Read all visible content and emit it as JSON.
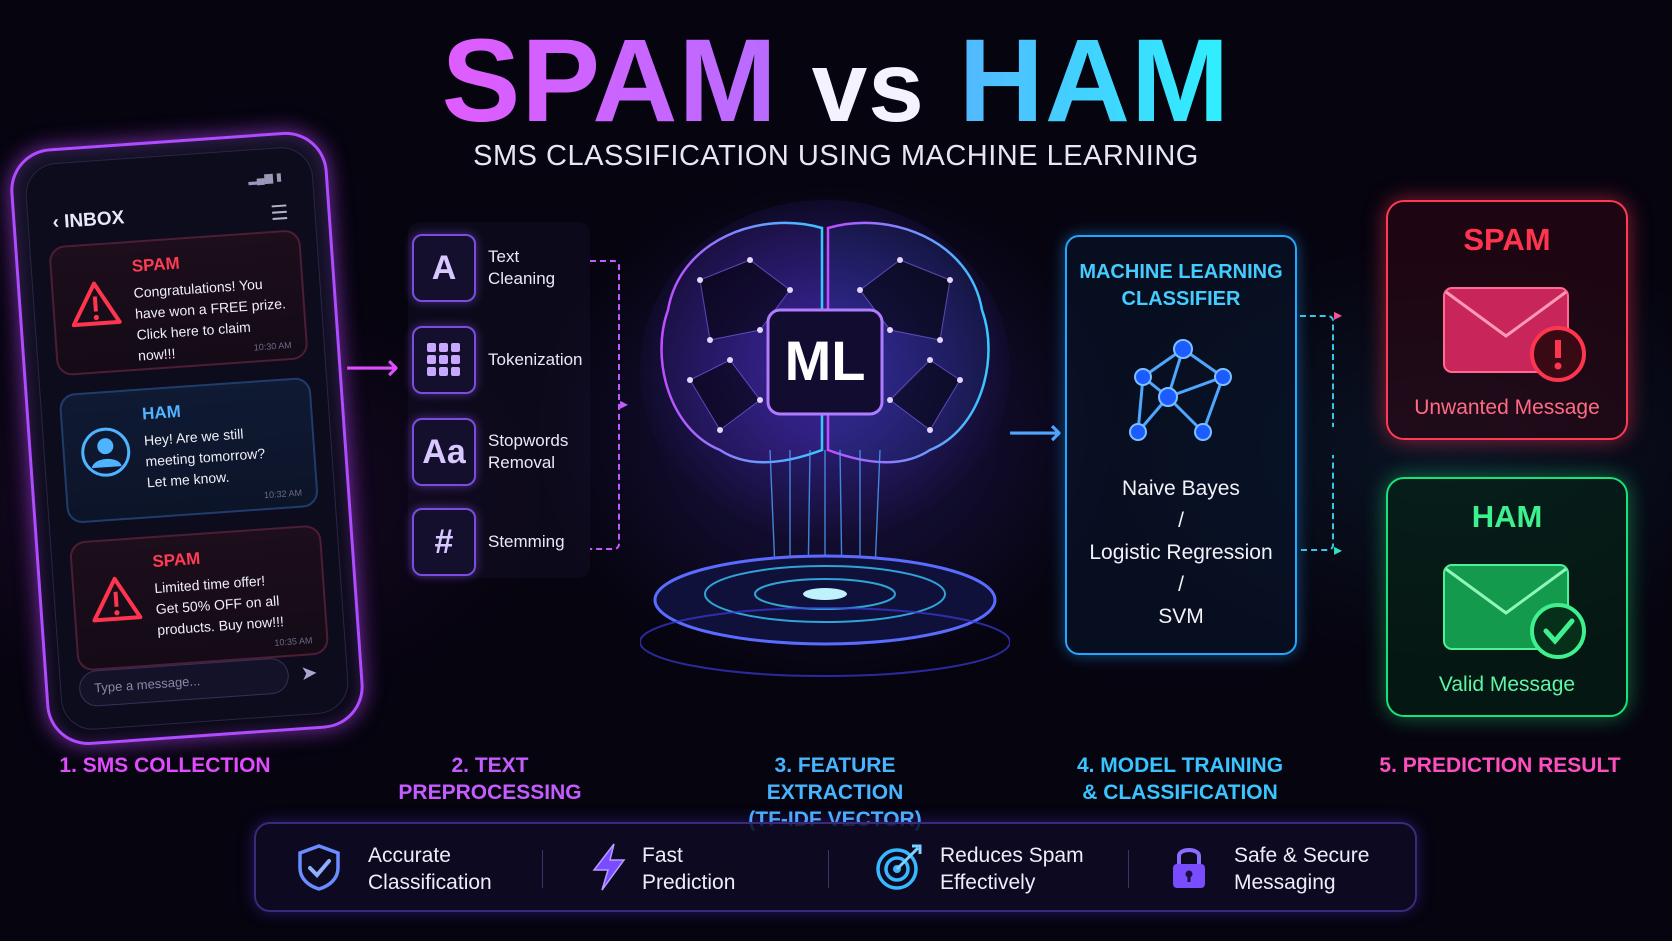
{
  "title": {
    "spam": "SPAM",
    "vs": "vs",
    "ham": "HAM"
  },
  "subtitle": "SMS CLASSIFICATION USING MACHINE LEARNING",
  "phone": {
    "header": "INBOX",
    "input_placeholder": "Type a message...",
    "messages": [
      {
        "tag": "SPAM",
        "line1": "Congratulations! You",
        "line2": "have won a FREE prize.",
        "line3": "Click here to claim now!!!",
        "time": "10:30 AM"
      },
      {
        "tag": "HAM",
        "line1": "Hey! Are we still",
        "line2": "meeting tomorrow?",
        "line3": "Let me know.",
        "time": "10:32 AM"
      },
      {
        "tag": "SPAM",
        "line1": "Limited time offer!",
        "line2": "Get 50% OFF on all",
        "line3": "products. Buy now!!!",
        "time": "10:35 AM"
      }
    ]
  },
  "preprocessing": [
    {
      "icon": "text-cleaning-icon",
      "glyph": "A",
      "line1": "Text",
      "line2": "Cleaning"
    },
    {
      "icon": "tokenization-icon",
      "glyph": "",
      "line1": "Tokenization",
      "line2": ""
    },
    {
      "icon": "stopwords-icon",
      "glyph": "Aa",
      "line1": "Stopwords",
      "line2": "Removal"
    },
    {
      "icon": "stemming-icon",
      "glyph": "#",
      "line1": "Stemming",
      "line2": ""
    }
  ],
  "brain": {
    "chip_label": "ML"
  },
  "classifier": {
    "title1": "MACHINE LEARNING",
    "title2": "CLASSIFIER",
    "alg1": "Naive Bayes",
    "sep": "/",
    "alg2": "Logistic Regression",
    "alg3": "SVM"
  },
  "results": {
    "spam": {
      "title": "SPAM",
      "label": "Unwanted Message"
    },
    "ham": {
      "title": "HAM",
      "label": "Valid Message"
    }
  },
  "steps": {
    "s1": "1. SMS COLLECTION",
    "s2": "2. TEXT PREPROCESSING",
    "s3a": "3. FEATURE EXTRACTION",
    "s3b": "(TF-IDF VECTOR)",
    "s4a": "4. MODEL TRAINING",
    "s4b": "& CLASSIFICATION",
    "s5": "5. PREDICTION RESULT"
  },
  "benefits": [
    {
      "icon": "shield-check-icon",
      "line1": "Accurate",
      "line2": "Classification"
    },
    {
      "icon": "lightning-icon",
      "line1": "Fast",
      "line2": "Prediction"
    },
    {
      "icon": "target-icon",
      "line1": "Reduces Spam",
      "line2": "Effectively"
    },
    {
      "icon": "lock-icon",
      "line1": "Safe & Secure",
      "line2": "Messaging"
    }
  ],
  "colors": {
    "spam": "#ff3550",
    "ham": "#3ef08e",
    "accent_purple": "#c45cff",
    "accent_blue": "#48b4ff"
  }
}
